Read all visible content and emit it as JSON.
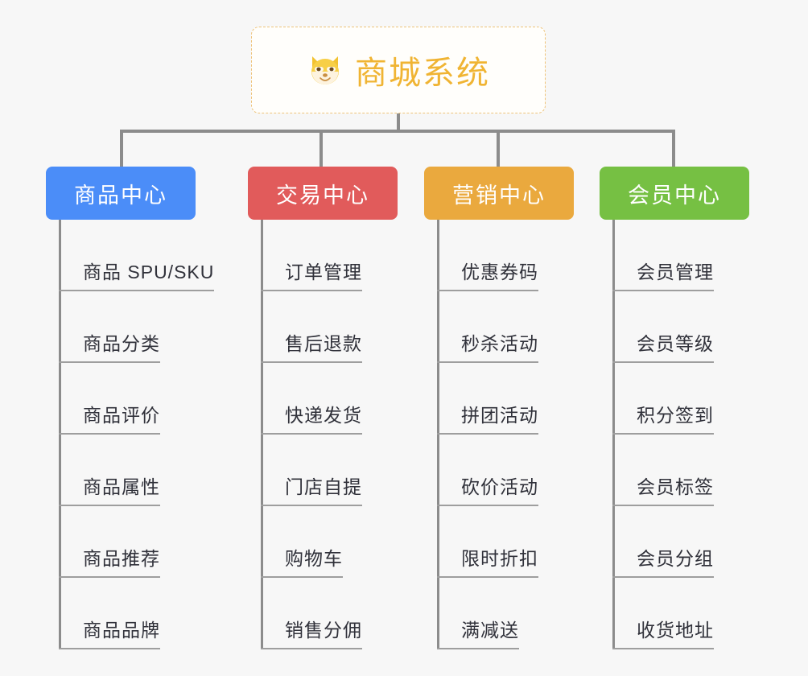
{
  "canvas": {
    "background": "#f7f7f7",
    "connector_color": "#8c8c8c",
    "leaf_underline_color": "#9e9e9e",
    "leaf_text_color": "#30313a"
  },
  "root": {
    "title": "商城系统",
    "icon": "shiba-dog-face-emoji",
    "text_color": "#f0b433",
    "border_color": "#eec37a",
    "background": "#fffefb"
  },
  "categories": [
    {
      "label": "商品中心",
      "color": "#4b8df8",
      "items": [
        "商品 SPU/SKU",
        "商品分类",
        "商品评价",
        "商品属性",
        "商品推荐",
        "商品品牌"
      ]
    },
    {
      "label": "交易中心",
      "color": "#e15b5b",
      "items": [
        "订单管理",
        "售后退款",
        "快递发货",
        "门店自提",
        "购物车",
        "销售分佣"
      ]
    },
    {
      "label": "营销中心",
      "color": "#eaa93e",
      "items": [
        "优惠券码",
        "秒杀活动",
        "拼团活动",
        "砍价活动",
        "限时折扣",
        "满减送"
      ]
    },
    {
      "label": "会员中心",
      "color": "#76c043",
      "items": [
        "会员管理",
        "会员等级",
        "积分签到",
        "会员标签",
        "会员分组",
        "收货地址"
      ]
    }
  ]
}
